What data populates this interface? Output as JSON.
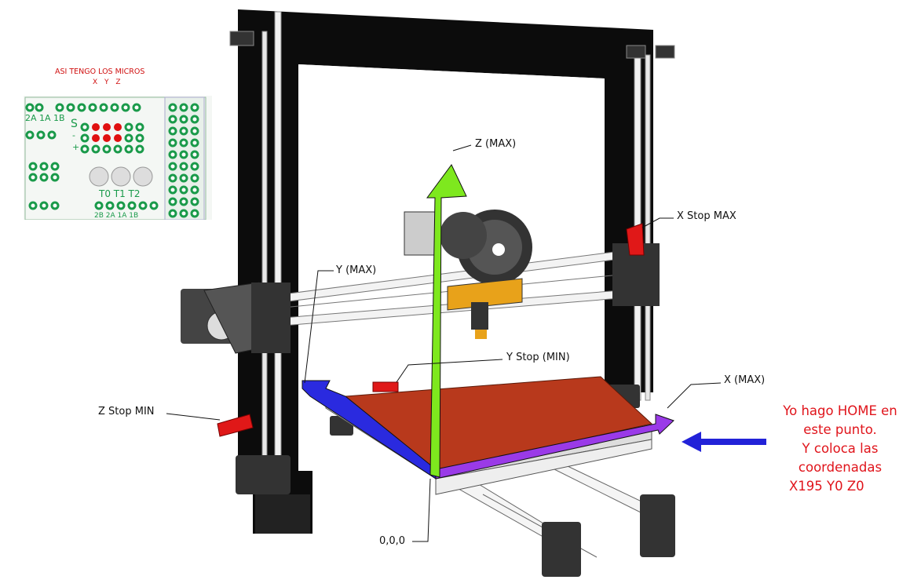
{
  "inset": {
    "title": "ASI TENGO LOS MICROS",
    "axis_marks": "X Y Z",
    "pcb_labels": [
      "2A 1A 1B",
      "S",
      "-",
      "+",
      "T0 T1 T2",
      "2B 2A 1A 1B"
    ]
  },
  "labels": {
    "z_max": "Z (MAX)",
    "x_stop_max": "X Stop MAX",
    "y_max": "Y (MAX)",
    "y_stop_min": "Y Stop (MIN)",
    "x_max": "X (MAX)",
    "z_stop_min": "Z Stop MIN",
    "origin": "0,0,0"
  },
  "note": {
    "lines": [
      "Yo hago HOME en",
      "este punto.",
      "Y coloca las",
      "coordenadas",
      "X195 Y0 Z0"
    ]
  },
  "colors": {
    "z_axis": "#7ee81e",
    "y_axis": "#2a2adf",
    "x_axis": "#9a3ae8",
    "bed": "#b8391c",
    "endstop": "#e01818",
    "note": "#e0141b"
  }
}
